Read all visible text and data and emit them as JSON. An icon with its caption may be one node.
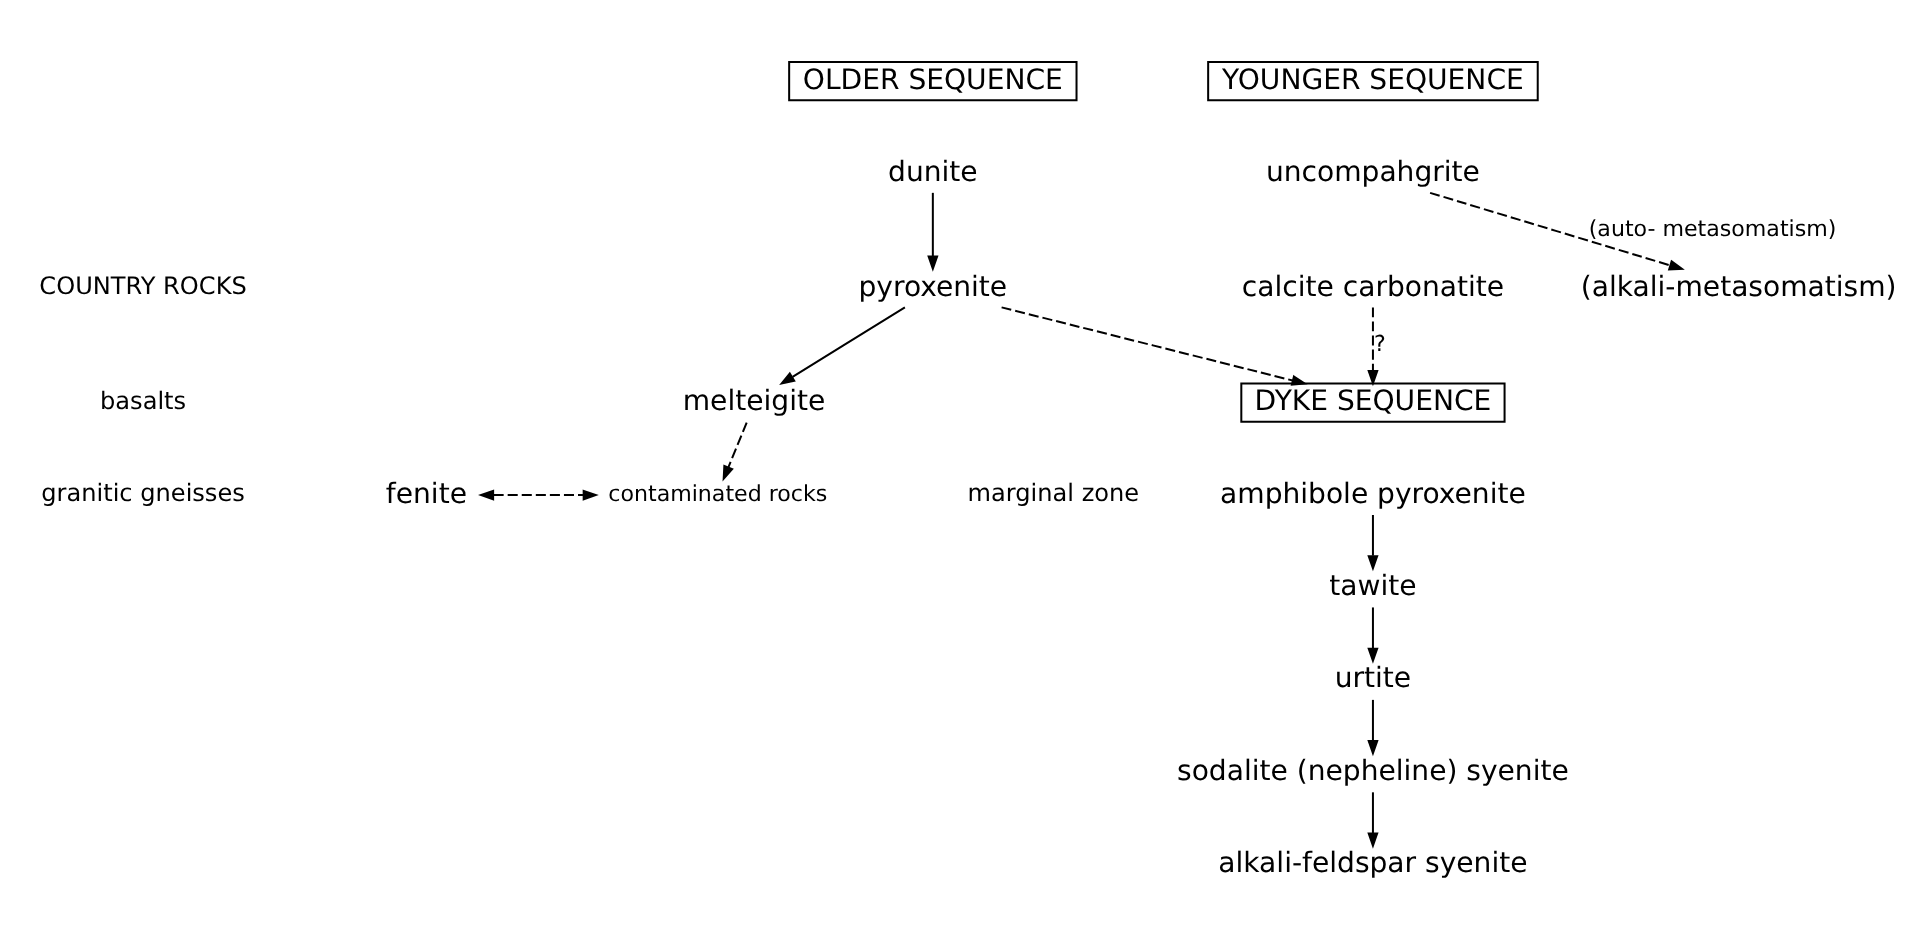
{
  "diagram": {
    "nodes": [
      {
        "text": [
          "OLDER SEQUENCE"
        ]
      },
      {
        "text": [
          "YOUNGER SEQUENCE"
        ]
      },
      {
        "text": [
          "dunite"
        ]
      },
      {
        "text": [
          "pyroxenite"
        ]
      },
      {
        "text": [
          "(alkali-metasomatism)"
        ]
      },
      {
        "text": [
          "uncompahgrite"
        ]
      },
      {
        "text": [
          "calcite carbonatite"
        ]
      },
      {
        "text": [
          "melteigite"
        ]
      },
      {
        "text": [
          "fenite"
        ]
      },
      {
        "text": [
          "contaminated rocks"
        ]
      },
      {
        "text": [
          "DYKE SEQUENCE"
        ]
      },
      {
        "text": [
          "amphibole pyroxenite"
        ]
      },
      {
        "text": [
          "tawite"
        ]
      },
      {
        "text": [
          "urtite"
        ]
      },
      {
        "text": [
          "sodalite (nepheline) syenite"
        ]
      },
      {
        "text": [
          "alkali-feldspar syenite"
        ]
      }
    ],
    "edges": [
      {
        "from": 2,
        "to": 3,
        "arrow": "to"
      },
      {
        "from": 5,
        "to": 4,
        "arrow": "to",
        "style": "dashed",
        "label": "(auto- metasomatism)"
      },
      {
        "from": 3,
        "to": 7,
        "arrow": "to"
      },
      {
        "from": 3,
        "to": 10,
        "arrow": "to",
        "style": "dashed"
      },
      {
        "from": 6,
        "to": 10,
        "arrow": "to",
        "style": "dashed",
        "label": "?"
      },
      {
        "from": 7,
        "to": 9,
        "arrow": "to",
        "style": "dashed"
      },
      {
        "from": 8,
        "to": 9,
        "arrow": "both",
        "style": "dashed"
      },
      {
        "from": 11,
        "to": 12,
        "arrow": "to"
      },
      {
        "from": 12,
        "to": 13,
        "arrow": "to"
      },
      {
        "from": 13,
        "to": 14,
        "arrow": "to"
      },
      {
        "from": 14,
        "to": 15,
        "arrow": "to"
      }
    ],
    "labels": [
      "COUNTRY ROCKS",
      "basalts",
      "granitic gneisses",
      "marginal zone"
    ]
  }
}
